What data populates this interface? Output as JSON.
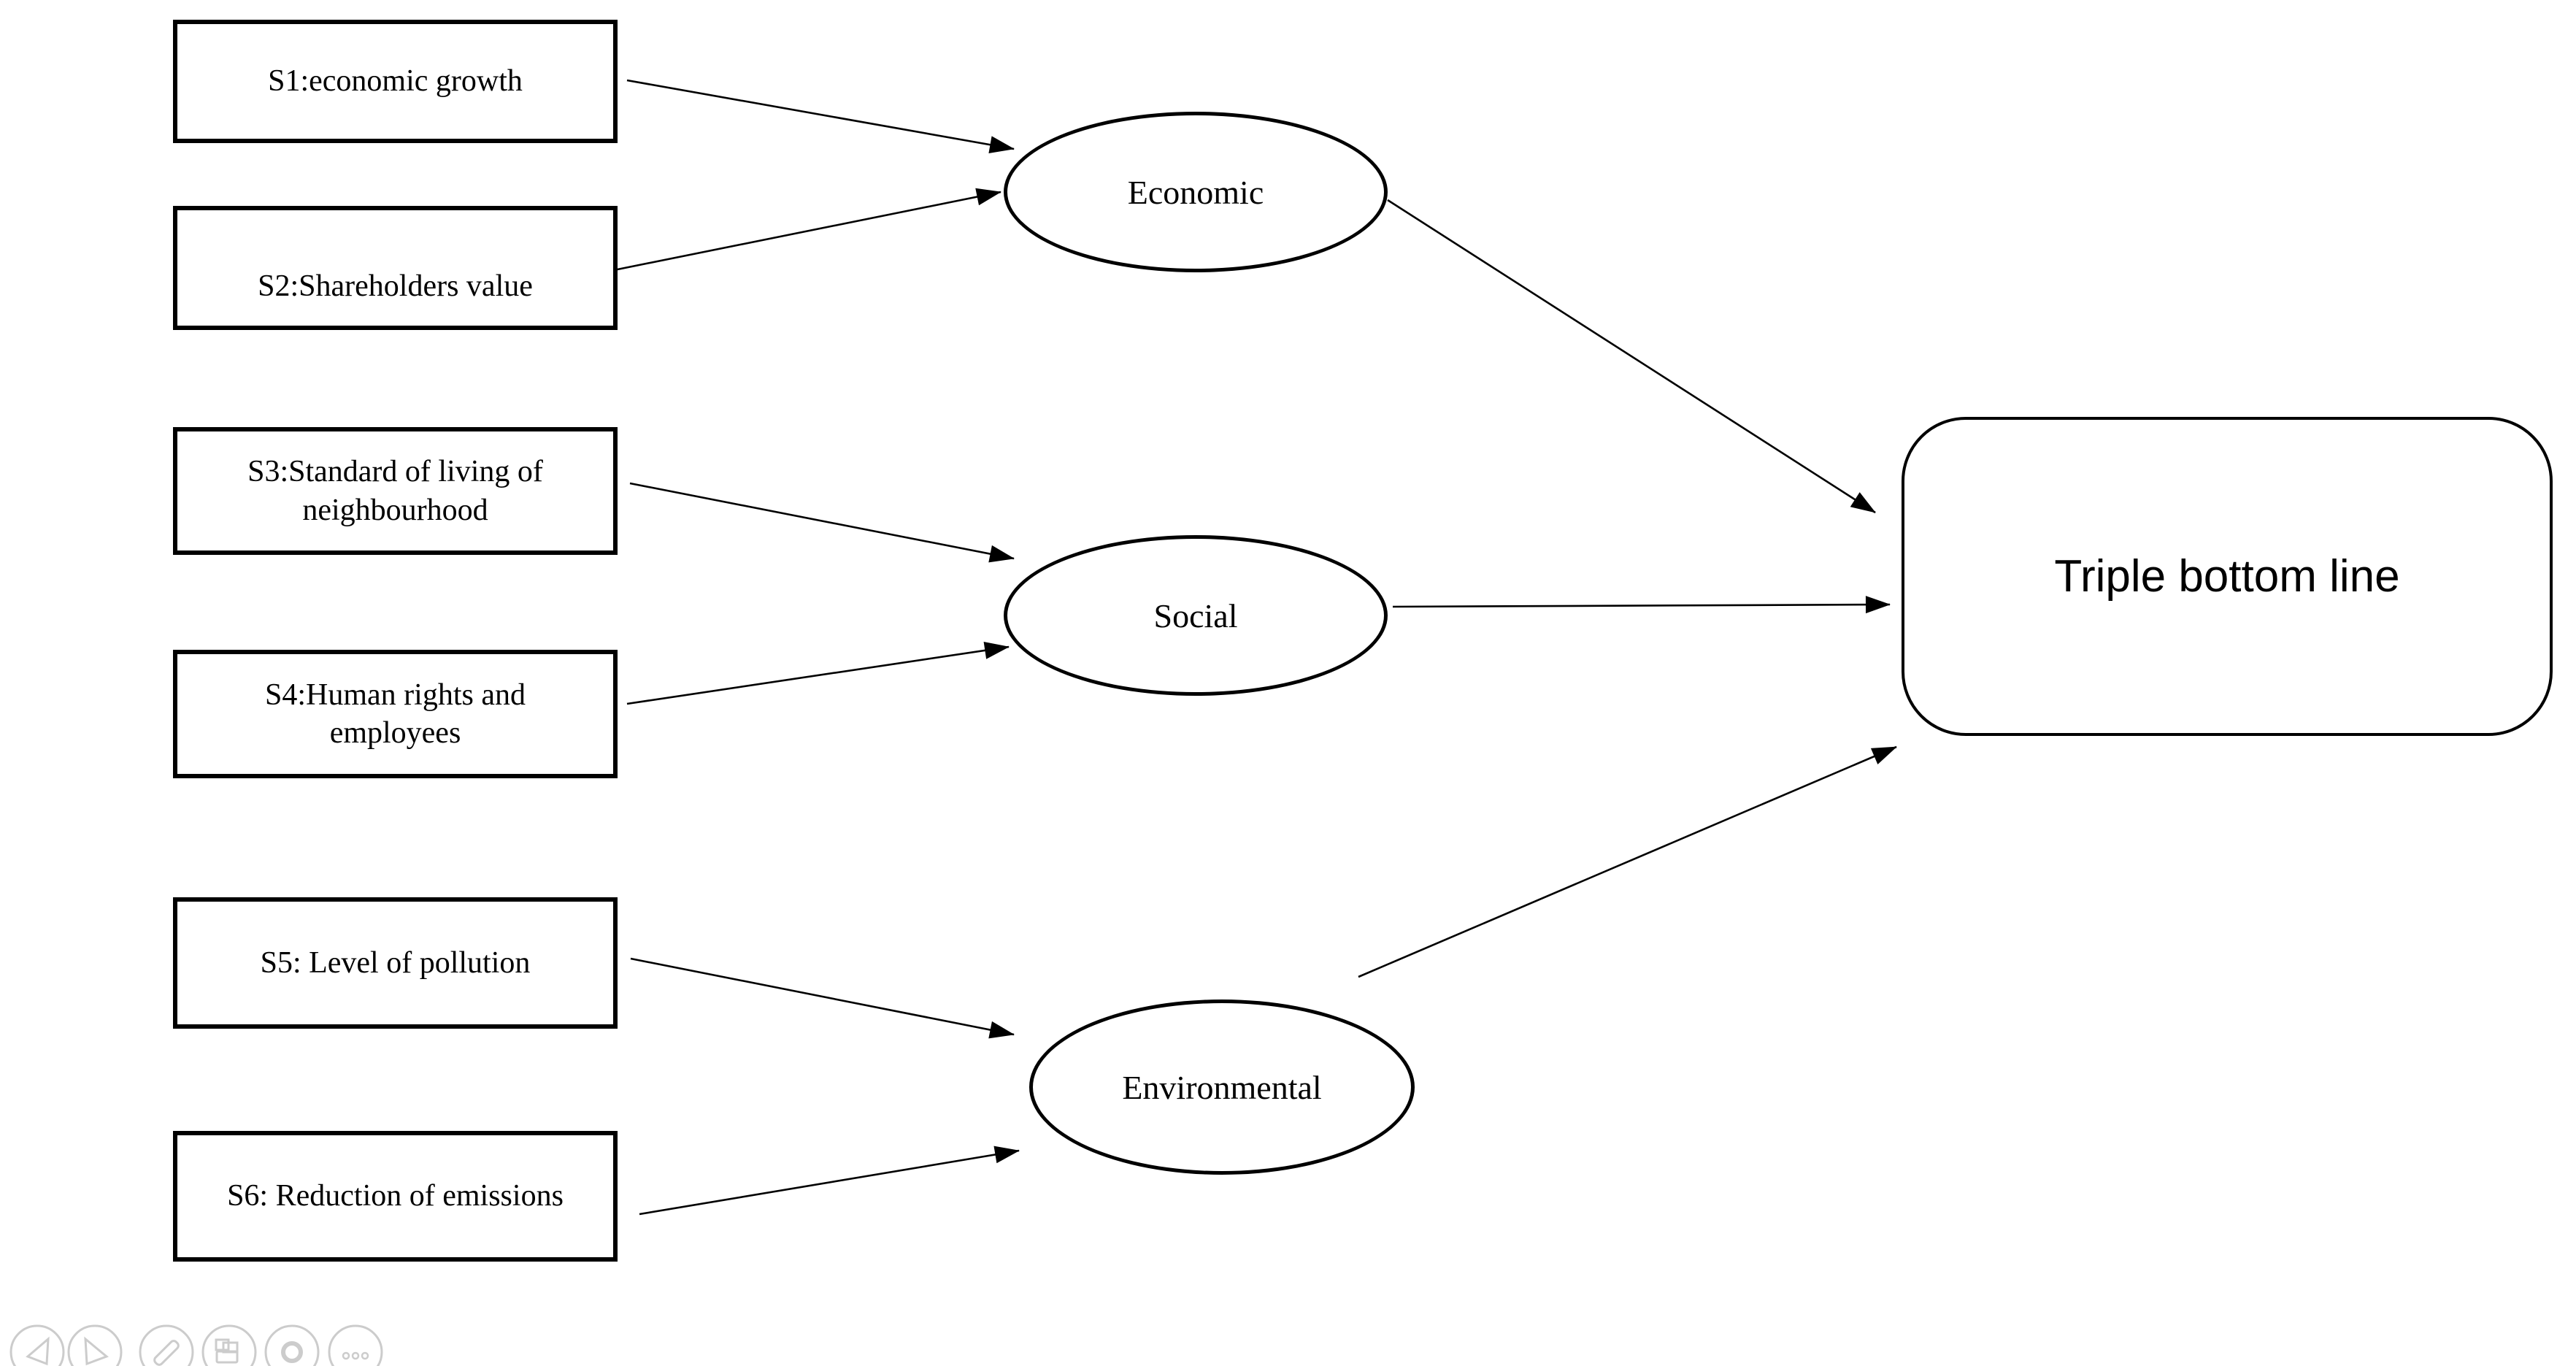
{
  "figure": {
    "background": "#ffffff",
    "stroke_color": "#000000",
    "toolbar_color": "#cccccc"
  },
  "diagram": {
    "indicator_boxes": [
      {
        "id": "S1",
        "label": "S1:economic growth"
      },
      {
        "id": "S2",
        "label": "S2:Shareholders value"
      },
      {
        "id": "S3",
        "label": "S3:Standard of living of neighbourhood"
      },
      {
        "id": "S4",
        "label": "S4:Human rights and employees"
      },
      {
        "id": "S5",
        "label": "S5: Level of pollution"
      },
      {
        "id": "S6",
        "label": "S6: Reduction of emissions"
      }
    ],
    "latent_ellipses": [
      {
        "id": "economic",
        "label": "Economic"
      },
      {
        "id": "social",
        "label": "Social"
      },
      {
        "id": "environmental",
        "label": "Environmental"
      }
    ],
    "outcome_box": {
      "label": "Triple bottom line"
    },
    "edges": [
      {
        "from": "S1",
        "to": "Economic"
      },
      {
        "from": "S2",
        "to": "Economic"
      },
      {
        "from": "S3",
        "to": "Social"
      },
      {
        "from": "S4",
        "to": "Social"
      },
      {
        "from": "S5",
        "to": "Environmental"
      },
      {
        "from": "S6",
        "to": "Environmental"
      },
      {
        "from": "Economic",
        "to": "Triple bottom line"
      },
      {
        "from": "Social",
        "to": "Triple bottom line"
      },
      {
        "from": "Environmental",
        "to": "Triple bottom line"
      }
    ]
  },
  "toolbar": {
    "buttons": [
      {
        "icon": "previous-icon"
      },
      {
        "icon": "next-icon"
      },
      {
        "icon": "pencil-icon"
      },
      {
        "icon": "printer-icon"
      },
      {
        "icon": "zoom-icon"
      },
      {
        "icon": "more-icon"
      }
    ]
  }
}
